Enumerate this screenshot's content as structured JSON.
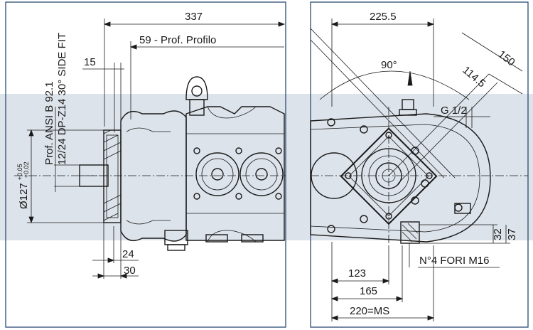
{
  "left_view": {
    "dims": {
      "total_length": "337",
      "profile_depth": "59 - Prof. Profilo",
      "flange_offset": "15",
      "spline_note_line1": "Prof. ANSI B 92.1",
      "spline_note_line2": "12/24 DP-Z14 30° SIDE FIT",
      "diameter": "Ø127",
      "tol_upper": "+0.05",
      "tol_lower": "+0.02",
      "flange_thickness": "24",
      "flange_total": "30"
    }
  },
  "right_view": {
    "dims": {
      "top_width": "225.5",
      "angle": "90°",
      "diag_150": "150",
      "diag_114": "114.5",
      "port": "G 1/2",
      "foot_32": "32",
      "foot_37": "37",
      "holes_note": "N°4 FORI M16",
      "base_123": "123",
      "base_165": "165",
      "base_220": "220=MS"
    }
  },
  "colors": {
    "frame": "#2b4b73",
    "band": "#dde3ea",
    "ink": "#1a1a1a"
  }
}
